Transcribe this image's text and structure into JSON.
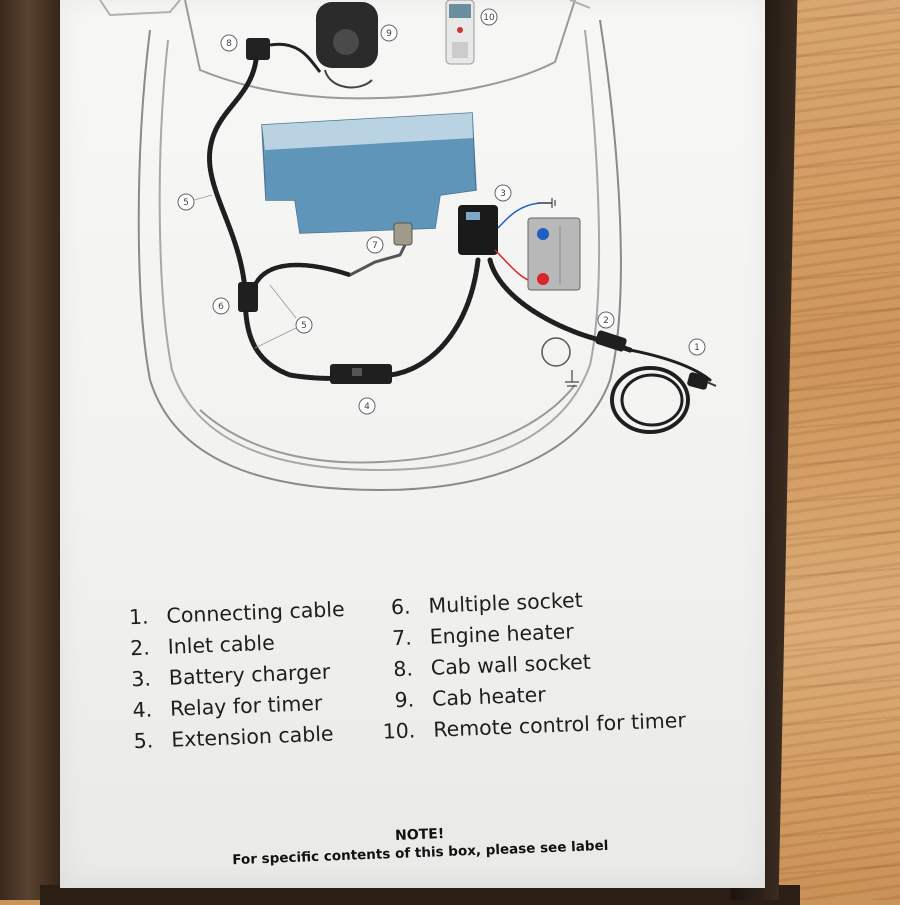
{
  "legend": {
    "left": [
      {
        "num": "1.",
        "label": "Connecting cable"
      },
      {
        "num": "2.",
        "label": "Inlet cable"
      },
      {
        "num": "3.",
        "label": "Battery charger"
      },
      {
        "num": "4.",
        "label": "Relay for timer"
      },
      {
        "num": "5.",
        "label": "Extension cable"
      }
    ],
    "right": [
      {
        "num": "6.",
        "label": "Multiple socket"
      },
      {
        "num": "7.",
        "label": "Engine heater"
      },
      {
        "num": "8.",
        "label": "Cab wall socket"
      },
      {
        "num": "9.",
        "label": "Cab heater"
      },
      {
        "num": "10.",
        "label": "Remote control for timer"
      }
    ]
  },
  "note": {
    "title": "NOTE!",
    "body": "For specific contents of this box, please see label"
  },
  "callouts": [
    "1",
    "2",
    "3",
    "4",
    "5",
    "5",
    "6",
    "7",
    "8",
    "9",
    "10"
  ],
  "colors": {
    "panel": "#f4f4f2",
    "car_outline": "#7a7a7a",
    "cable": "#1a1a1a",
    "battery_plus": "#d8262a",
    "battery_minus": "#1e5fc4",
    "engine_water": "#5f95b8"
  }
}
